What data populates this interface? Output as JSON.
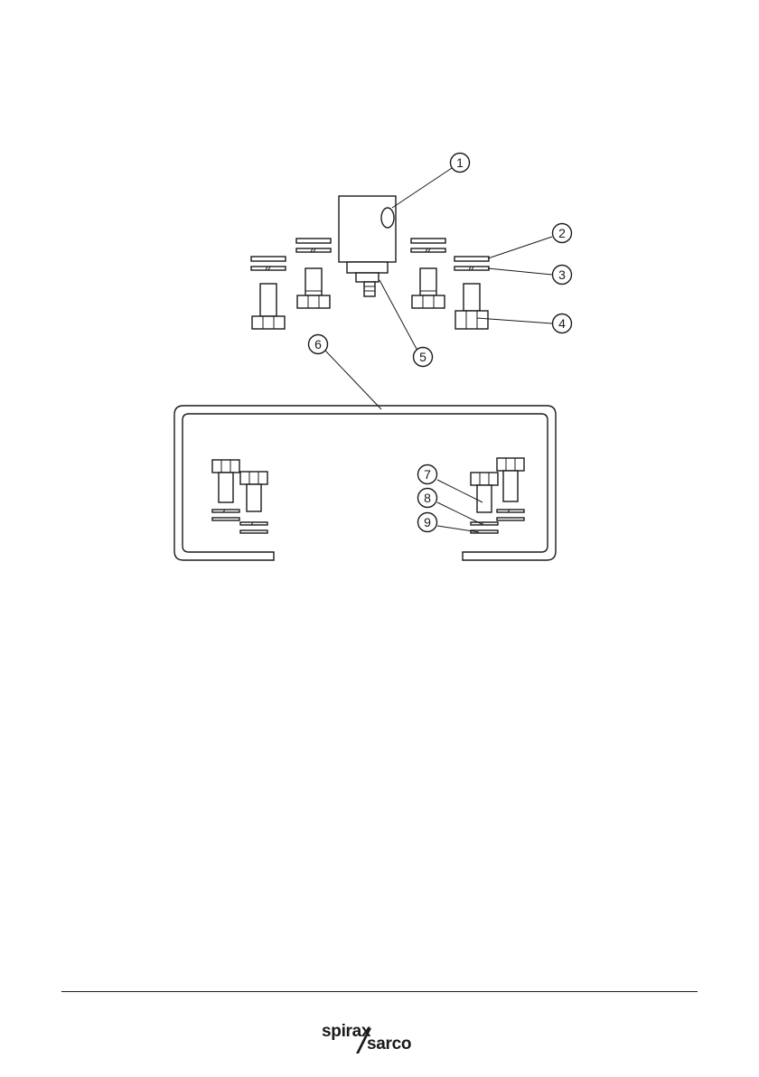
{
  "callouts": [
    "1",
    "2",
    "3",
    "4",
    "5",
    "6",
    "7",
    "8",
    "9"
  ],
  "logo": {
    "word1": "spirax",
    "word2": "sarco",
    "logo_icon": "spirax-sarco-slash-icon",
    "color": "#1a1a1a"
  }
}
